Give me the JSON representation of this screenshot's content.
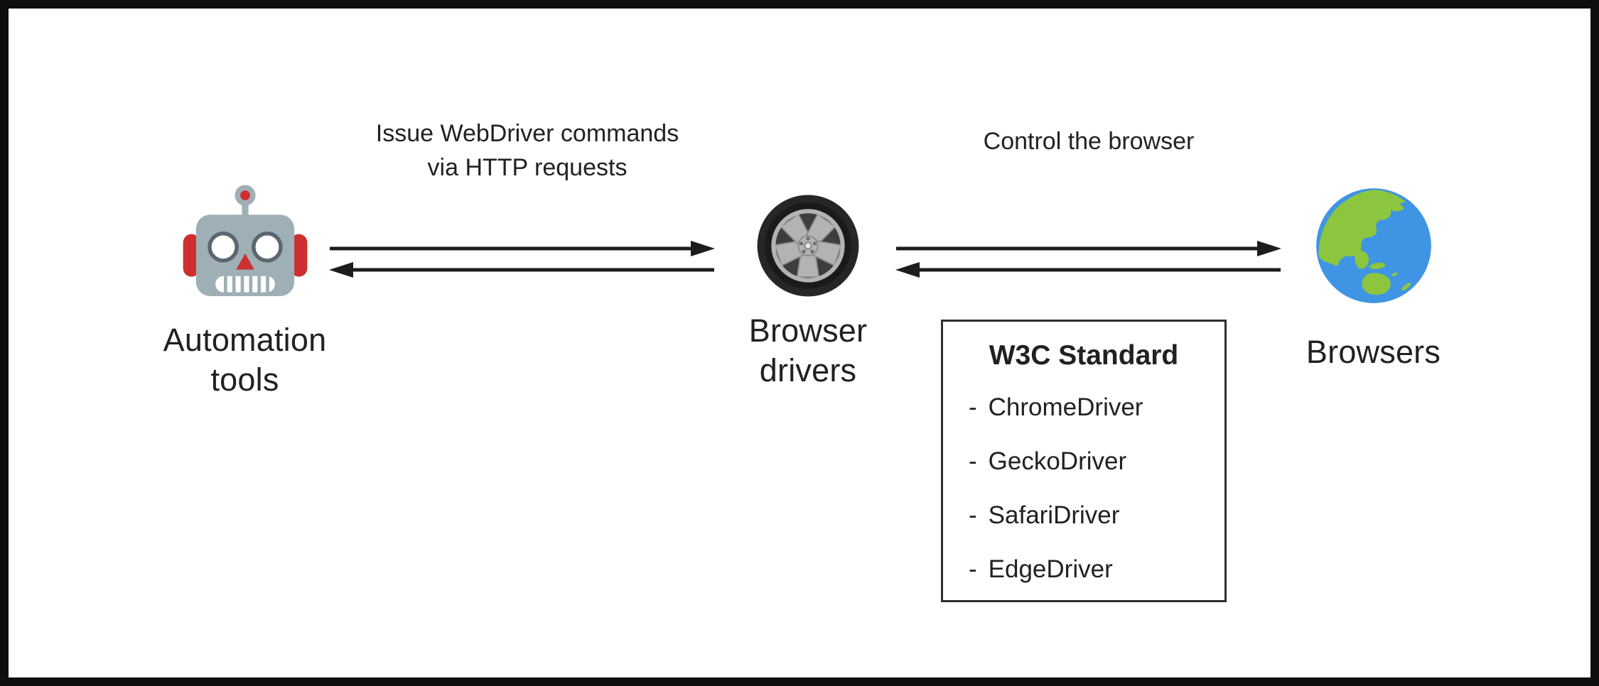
{
  "diagram": {
    "nodes": {
      "automation": {
        "label": "Automation tools",
        "icon": "robot-icon"
      },
      "drivers": {
        "label": "Browser drivers",
        "icon": "wheel-icon"
      },
      "browsers": {
        "label": "Browsers",
        "icon": "globe-icon"
      }
    },
    "edges": {
      "commands": {
        "line1": "Issue WebDriver commands",
        "line2": "via HTTP requests"
      },
      "control": {
        "label": "Control the browser"
      }
    },
    "w3c": {
      "title": "W3C Standard",
      "bullet": "-",
      "items": [
        "ChromeDriver",
        "GeckoDriver",
        "SafariDriver",
        "EdgeDriver"
      ]
    }
  },
  "colors": {
    "text": "#202124",
    "border": "#0e0e0e",
    "box_border": "#2f2f2f",
    "arrow": "#1d1d1d",
    "robot_head": "#9fafb6",
    "robot_red": "#cd2f2e",
    "robot_outline": "#5b6770",
    "tire": "#262626",
    "rim": "#b3b3b3",
    "rim_dark": "#3d3d3d",
    "rim_edge": "#8a8a8a",
    "ocean": "#3f94e4",
    "land": "#8cc63e"
  }
}
